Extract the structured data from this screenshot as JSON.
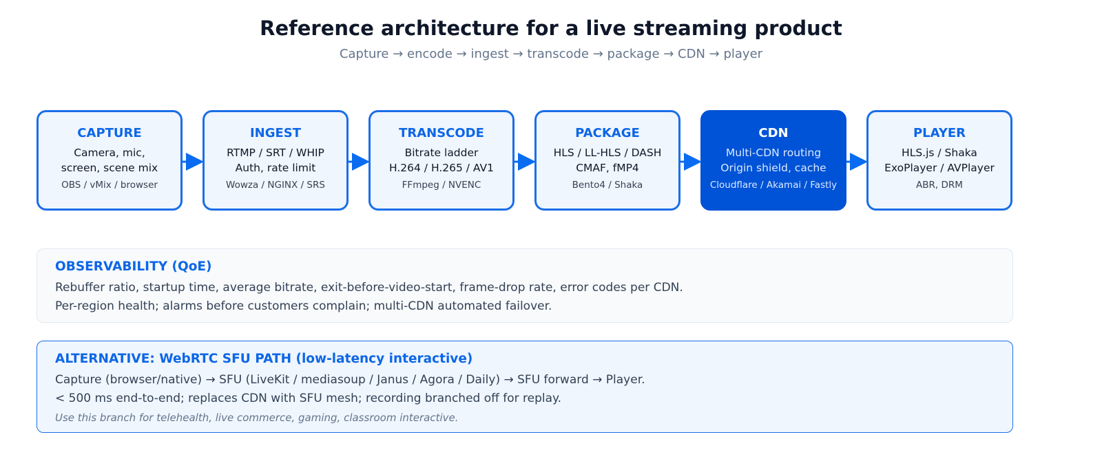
{
  "header": {
    "title": "Reference architecture for a live streaming product",
    "subtitle": "Capture → encode → ingest → transcode → package → CDN → player"
  },
  "stages": [
    {
      "name": "CAPTURE",
      "line1": "Camera, mic,",
      "line2": "screen, scene mix",
      "tools": "OBS / vMix / browser"
    },
    {
      "name": "INGEST",
      "line1": "RTMP / SRT / WHIP",
      "line2": "Auth, rate limit",
      "tools": "Wowza / NGINX / SRS"
    },
    {
      "name": "TRANSCODE",
      "line1": "Bitrate ladder",
      "line2": "H.264 / H.265 / AV1",
      "tools": "FFmpeg / NVENC"
    },
    {
      "name": "PACKAGE",
      "line1": "HLS / LL-HLS / DASH",
      "line2": "CMAF, fMP4",
      "tools": "Bento4 / Shaka"
    },
    {
      "name": "CDN",
      "line1": "Multi-CDN routing",
      "line2": "Origin shield, cache",
      "tools": "Cloudflare / Akamai / Fastly",
      "highlighted": true
    },
    {
      "name": "PLAYER",
      "line1": "HLS.js / Shaka",
      "line2": "ExoPlayer / AVPlayer",
      "tools": "ABR, DRM"
    }
  ],
  "observability": {
    "title": "OBSERVABILITY (QoE)",
    "lines": [
      "Rebuffer ratio, startup time, average bitrate, exit-before-video-start, frame-drop rate, error codes per CDN.",
      "Per-region health; alarms before customers complain; multi-CDN automated failover."
    ]
  },
  "alternative": {
    "title": "ALTERNATIVE: WebRTC SFU PATH (low-latency interactive)",
    "lines": [
      "Capture (browser/native) → SFU (LiveKit / mediasoup / Janus / Agora / Daily) → SFU forward → Player.",
      "< 500 ms end-to-end; replaces CDN with SFU mesh; recording branched off for replay."
    ],
    "note": "Use this branch for telehealth, live commerce, gaming, classroom interactive."
  },
  "colors": {
    "accent": "#1a6ee8",
    "accent_text": "#0d66e6",
    "cdn_fill": "#0052d6",
    "box_fill": "#eff6fe",
    "arrow": "#0a6cf0"
  }
}
